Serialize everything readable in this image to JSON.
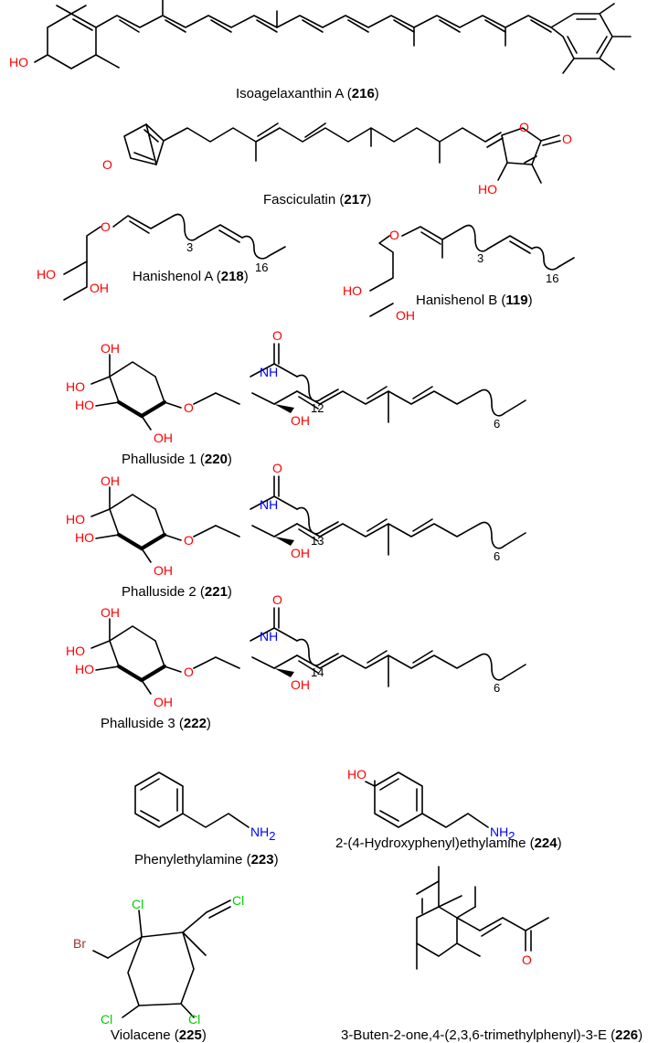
{
  "colors": {
    "bond": "#000000",
    "oxygen": "#ff0000",
    "nitrogen": "#0000ff",
    "chlorine": "#00cc00",
    "bromine": "#993333"
  },
  "atoms": {
    "ho": "HO",
    "oh": "OH",
    "o": "O",
    "nh": "NH",
    "nh2": "NH",
    "nh2_sub": "2",
    "cl": "Cl",
    "br": "Br"
  },
  "repeat_indices": {
    "c218_a": "3",
    "c218_b": "16",
    "c219_a": "3",
    "c219_b": "16",
    "c220_a": "12",
    "c220_b": "6",
    "c221_a": "13",
    "c221_b": "6",
    "c222_a": "14",
    "c222_b": "6"
  },
  "compounds": [
    {
      "name": "Isoagelaxanthin A (",
      "num": "216",
      "close": ")"
    },
    {
      "name": "Fasciculatin (",
      "num": "217",
      "close": ")"
    },
    {
      "name": "Hanishenol A (",
      "num": "218",
      "close": ")"
    },
    {
      "name": "Hanishenol B (",
      "num": "119",
      "close": ")"
    },
    {
      "name": "Phalluside 1 (",
      "num": "220",
      "close": ")"
    },
    {
      "name": "Phalluside 2 (",
      "num": "221",
      "close": ")"
    },
    {
      "name": "Phalluside 3 (",
      "num": "222",
      "close": ")"
    },
    {
      "name": "Phenylethylamine (",
      "num": "223",
      "close": ")"
    },
    {
      "name": "2-(4-Hydroxyphenyl)ethylamine (",
      "num": "224",
      "close": ")"
    },
    {
      "name": "Violacene (",
      "num": "225",
      "close": ")"
    },
    {
      "name": "3-Buten-2-one,4-(2,3,6-trimethylphenyl)-3-E (",
      "num": "226",
      "close": ")"
    }
  ]
}
